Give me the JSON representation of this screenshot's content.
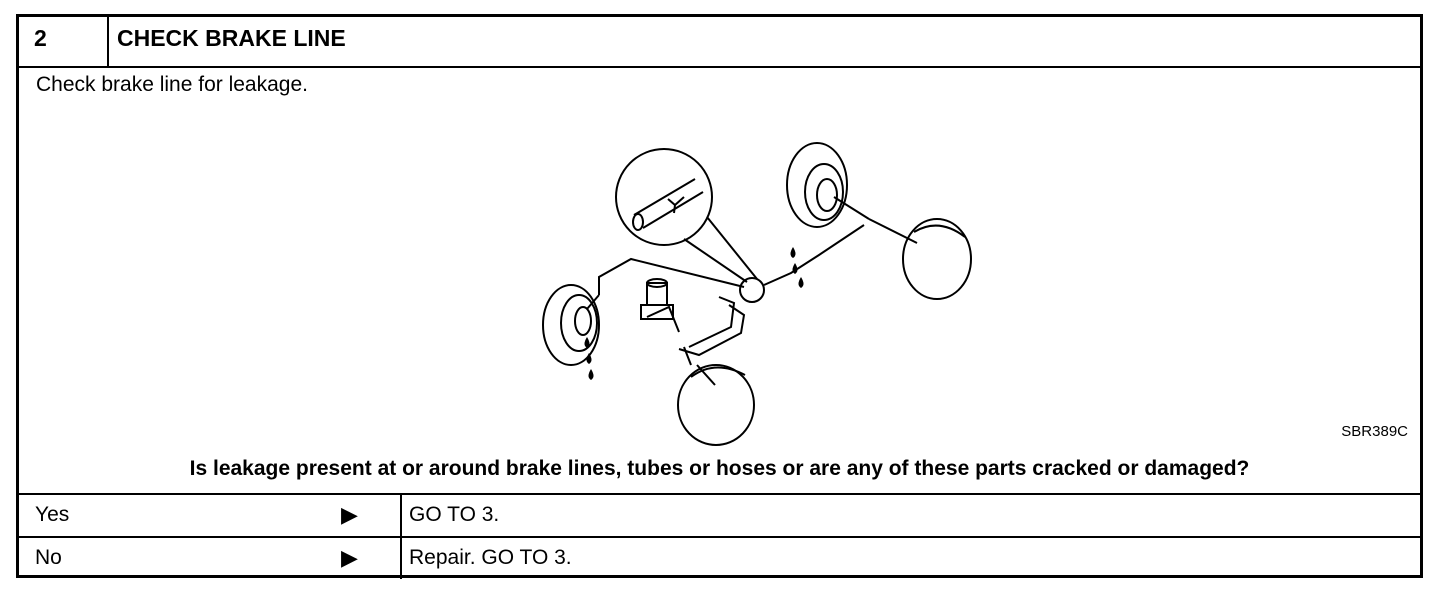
{
  "step": {
    "number": "2",
    "title": "CHECK BRAKE LINE",
    "instruction": "Check brake line for leakage."
  },
  "figure": {
    "code": "SBR389C",
    "icon": "brake-line-system-diagram"
  },
  "question": "Is leakage present at or around brake lines, tubes or hoses or are any of these parts cracked or damaged?",
  "answers": [
    {
      "label": "Yes",
      "arrow": "▶",
      "action": "GO TO 3."
    },
    {
      "label": "No",
      "arrow": "▶",
      "action": "Repair. GO TO 3."
    }
  ]
}
